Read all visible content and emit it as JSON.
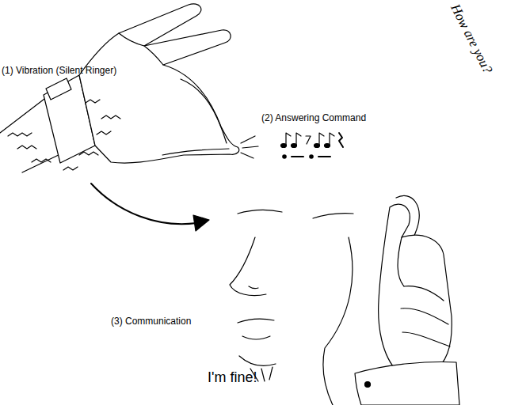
{
  "diagram": {
    "labels": [
      "(1) Vibration (Silent Ringer)",
      "(2) Answering Command",
      "(3) Communication",
      "How are you?",
      "I'm fine!"
    ]
  }
}
